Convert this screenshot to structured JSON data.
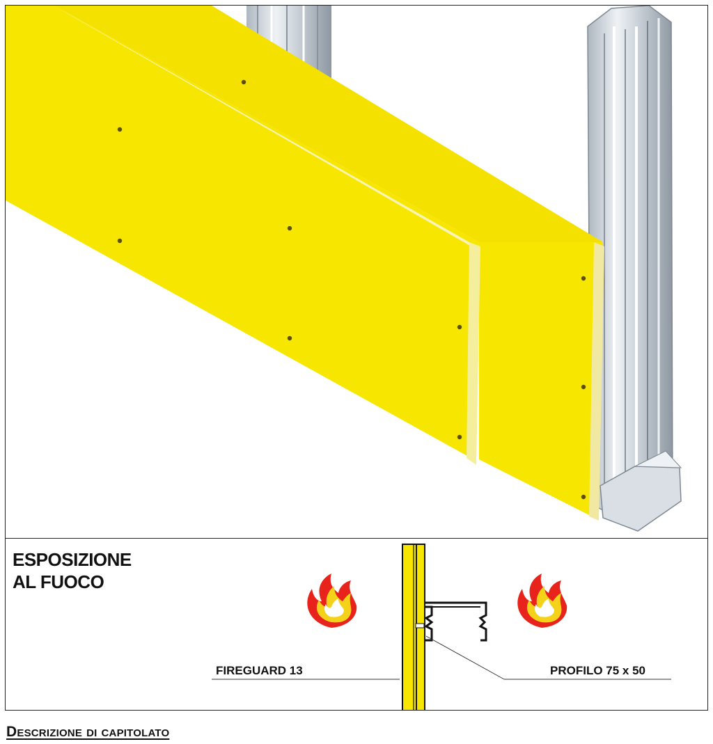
{
  "illustration": {
    "colors": {
      "board": "#f7e600",
      "board_edge": "#f3eda0",
      "metal": "#cfd6de",
      "metal_dark": "#9aa4ae",
      "metal_light": "#eef2f5"
    },
    "icons": [
      "screw-icon",
      "steel-stud-profile",
      "fireguard-board"
    ]
  },
  "legend": {
    "title_line1": "ESPOSIZIONE",
    "title_line2": "AL FUOCO",
    "board_label": "FIREGUARD 13",
    "profile_label": "PROFILO 75 x 50",
    "icons": [
      "flame-icon-left",
      "flame-icon-right"
    ],
    "colors": {
      "flame_outer": "#e8231b",
      "flame_inner": "#f5d21a",
      "board": "#f7e600"
    }
  },
  "footer": {
    "heading": "Descrizione di capitolato"
  }
}
